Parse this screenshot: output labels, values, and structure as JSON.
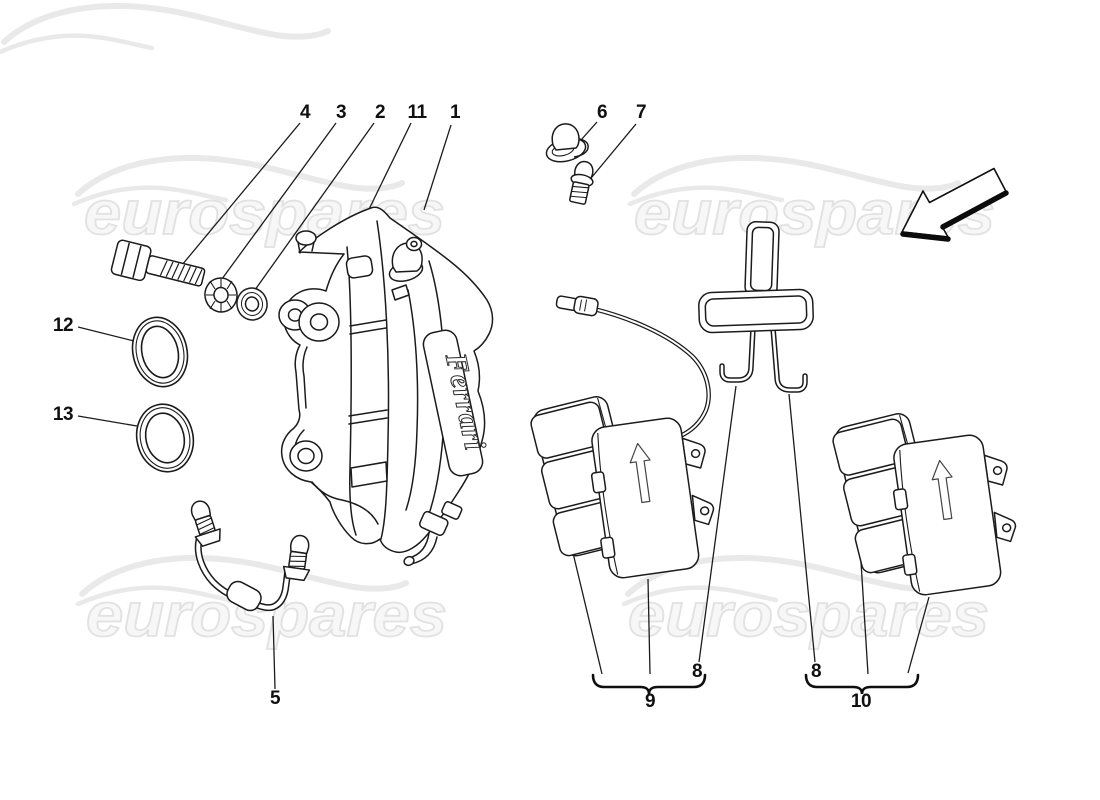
{
  "watermark": {
    "brand": "eurospares"
  },
  "diagram": {
    "caliper_logo": "Ferrari",
    "callouts": {
      "c1": "1",
      "c2": "2",
      "c3": "3",
      "c4": "4",
      "c5": "5",
      "c6": "6",
      "c7": "7",
      "c8a": "8",
      "c8b": "8",
      "c9": "9",
      "c10": "10",
      "c11": "11",
      "c12": "12",
      "c13": "13"
    },
    "icons": {
      "direction_arrow": "down-left-arrow",
      "pad_direction": "up-arrow"
    }
  }
}
